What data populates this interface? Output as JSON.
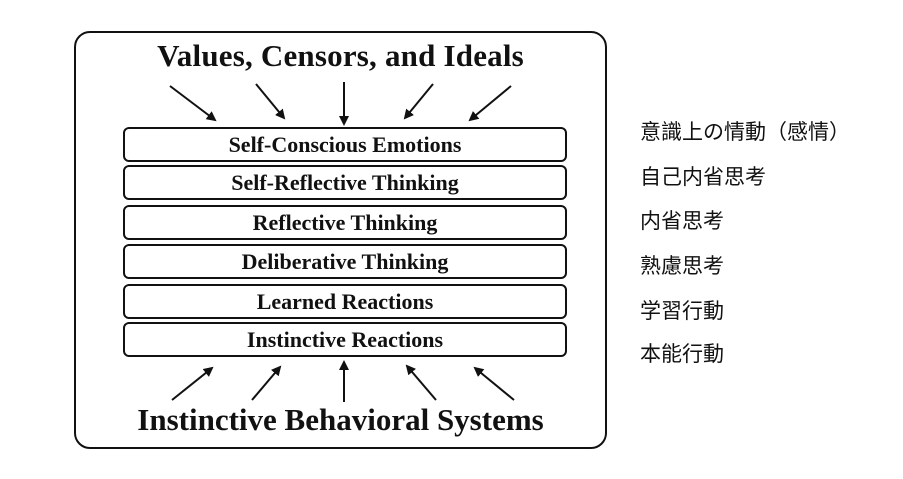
{
  "diagram": {
    "top_label": "Values, Censors, and Ideals",
    "bottom_label": "Instinctive Behavioral Systems",
    "layers": [
      "Self-Conscious Emotions",
      "Self-Reflective Thinking",
      "Reflective Thinking",
      "Deliberative Thinking",
      "Learned Reactions",
      "Instinctive Reactions"
    ]
  },
  "translations": [
    "意識上の情動（感情）",
    "自己内省思考",
    "内省思考",
    "熟慮思考",
    "学習行動",
    "本能行動"
  ]
}
